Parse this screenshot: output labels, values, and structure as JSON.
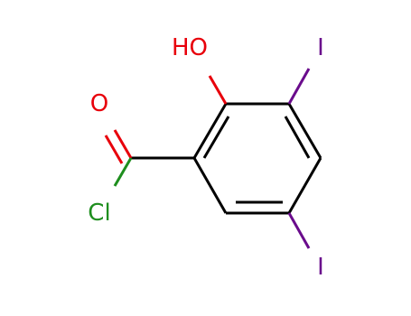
{
  "molecule": {
    "atoms": {
      "hydroxyl": {
        "label": "HO",
        "color": "#e8000b"
      },
      "carbonyl_oxygen": {
        "label": "O",
        "color": "#e8000b"
      },
      "chlorine": {
        "label": "Cl",
        "color": "#1e8e1e"
      },
      "iodine_top": {
        "label": "I",
        "color": "#6a0c8c"
      },
      "iodine_bottom": {
        "label": "I",
        "color": "#6a0c8c"
      }
    },
    "bond_color": "#000000"
  }
}
